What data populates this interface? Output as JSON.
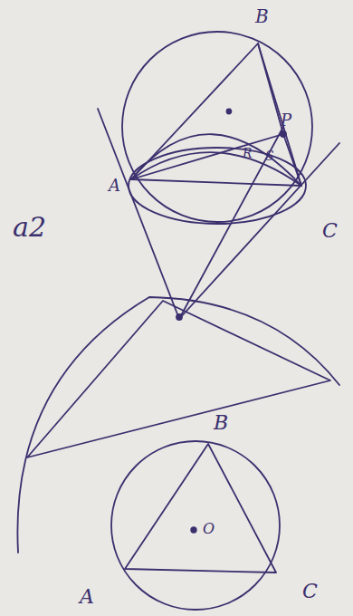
{
  "diagram": {
    "labels": [
      "B",
      "A",
      "C",
      "P",
      "R",
      "S",
      "a2",
      "B",
      "A",
      "C",
      "O"
    ]
  }
}
